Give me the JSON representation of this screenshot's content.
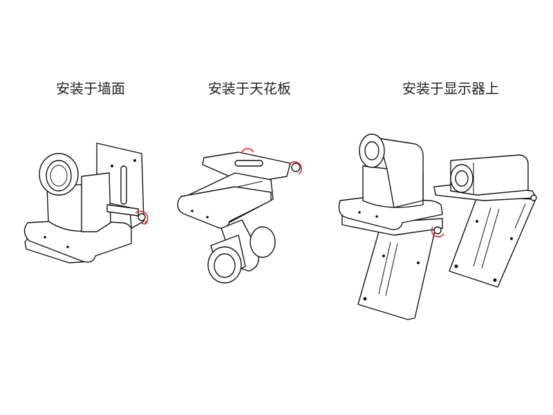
{
  "labels": {
    "wall": "安装于墙面",
    "ceiling": "安装于天花板",
    "monitor": "安装于显示器上"
  },
  "colors": {
    "line": "#111111",
    "arrow": "#e0201b",
    "background": "#ffffff"
  }
}
